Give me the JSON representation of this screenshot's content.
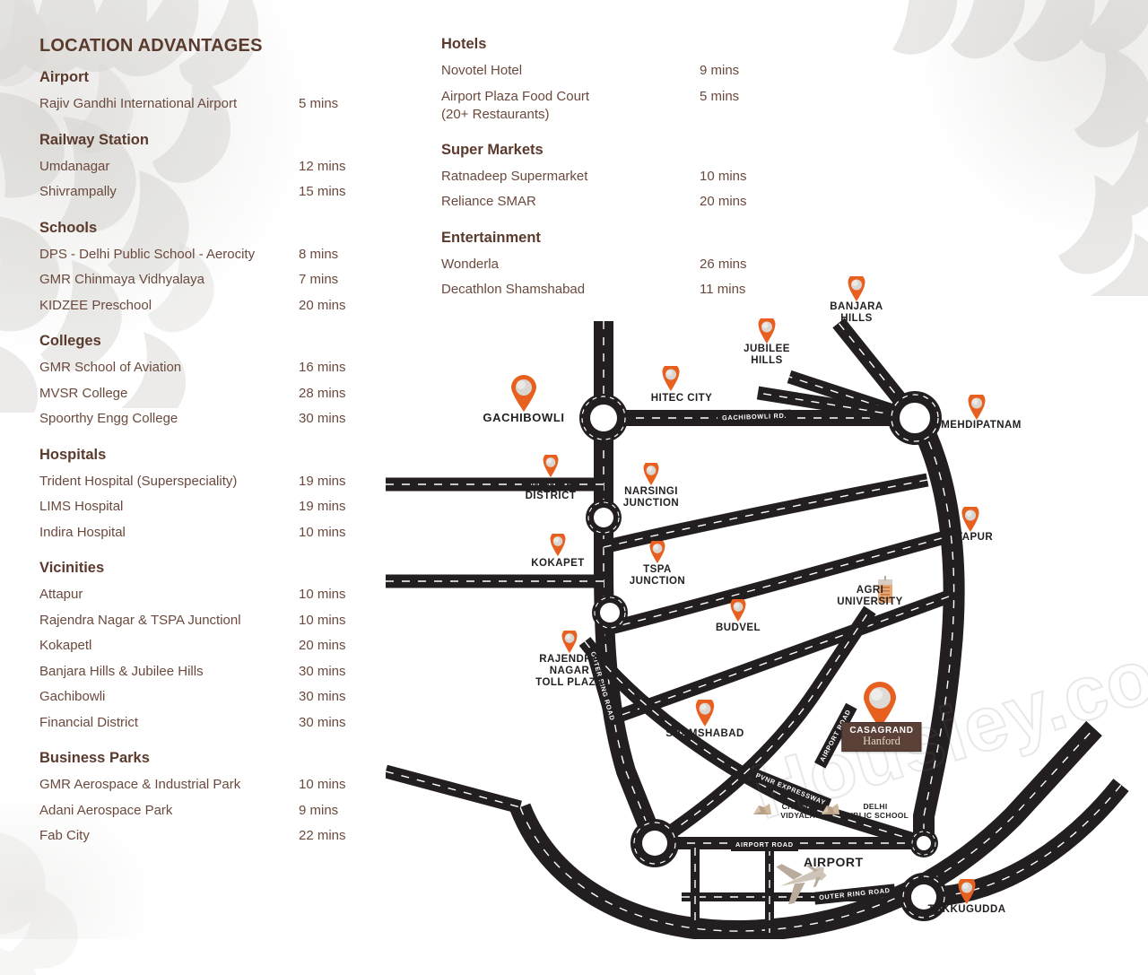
{
  "page": {
    "title": "LOCATION ADVANTAGES",
    "watermark": "Housiey.com"
  },
  "left_column": [
    {
      "heading": "Airport",
      "items": [
        {
          "name": "Rajiv Gandhi International Airport",
          "time": "5 mins"
        }
      ]
    },
    {
      "heading": "Railway Station",
      "items": [
        {
          "name": "Umdanagar",
          "time": "12 mins"
        },
        {
          "name": "Shivrampally",
          "time": "15 mins"
        }
      ]
    },
    {
      "heading": "Schools",
      "items": [
        {
          "name": "DPS - Delhi Public School - Aerocity",
          "time": "8 mins"
        },
        {
          "name": "GMR Chinmaya Vidhyalaya",
          "time": "7 mins"
        },
        {
          "name": "KIDZEE Preschool",
          "time": "20 mins"
        }
      ]
    },
    {
      "heading": "Colleges",
      "items": [
        {
          "name": "GMR School of Aviation",
          "time": "16 mins"
        },
        {
          "name": "MVSR College",
          "time": "28 mins"
        },
        {
          "name": "Spoorthy Engg College",
          "time": "30 mins"
        }
      ]
    },
    {
      "heading": "Hospitals",
      "items": [
        {
          "name": "Trident Hospital (Superspeciality)",
          "time": "19 mins"
        },
        {
          "name": "LIMS Hospital",
          "time": "19 mins"
        },
        {
          "name": "Indira Hospital",
          "time": "10 mins"
        }
      ]
    },
    {
      "heading": "Vicinities",
      "items": [
        {
          "name": "Attapur",
          "time": "10 mins"
        },
        {
          "name": "Rajendra Nagar & TSPA Junctionl",
          "time": "10 mins"
        },
        {
          "name": "Kokapetl",
          "time": "20 mins"
        },
        {
          "name": "Banjara Hills & Jubilee Hills",
          "time": "30 mins"
        },
        {
          "name": "Gachibowli",
          "time": "30 mins"
        },
        {
          "name": "Financial District",
          "time": "30 mins"
        }
      ]
    },
    {
      "heading": "Business Parks",
      "items": [
        {
          "name": "GMR Aerospace & Industrial Park",
          "time": "10 mins"
        },
        {
          "name": "Adani Aerospace Park",
          "time": "9 mins"
        },
        {
          "name": "Fab City",
          "time": "22 mins"
        }
      ]
    }
  ],
  "right_column": [
    {
      "heading": "Hotels",
      "items": [
        {
          "name": "Novotel Hotel",
          "time": "9 mins"
        },
        {
          "name": "Airport Plaza Food Court",
          "name2": "(20+ Restaurants)",
          "time": "5 mins"
        }
      ]
    },
    {
      "heading": "Super Markets",
      "items": [
        {
          "name": "Ratnadeep Supermarket",
          "time": "10 mins"
        },
        {
          "name": "Reliance SMAR",
          "time": "20 mins"
        }
      ]
    },
    {
      "heading": "Entertainment",
      "items": [
        {
          "name": "Wonderla",
          "time": "26 mins"
        },
        {
          "name": "Decathlon Shamshabad",
          "time": "11 mins"
        }
      ]
    }
  ],
  "map": {
    "project": {
      "line1": "CASAGRAND",
      "line2": "Hanford"
    },
    "airport_label": "AIRPORT",
    "markers": [
      {
        "id": "gachibowli",
        "label": "GACHIBOWLI",
        "size": "lg"
      },
      {
        "id": "hitec-city",
        "label": "HITEC CITY",
        "size": "md"
      },
      {
        "id": "jubilee-hills",
        "label": "JUBILEE\nHILLS",
        "size": "md"
      },
      {
        "id": "banjara-hills",
        "label": "BANJARA\nHILLS",
        "size": "md"
      },
      {
        "id": "mehdipatnam",
        "label": "MEHDIPATNAM",
        "size": "md"
      },
      {
        "id": "attapur",
        "label": "ATTAPUR",
        "size": "md"
      },
      {
        "id": "financial-district",
        "label": "FINANCIAL\nDISTRICT",
        "size": "md"
      },
      {
        "id": "narsingi-junction",
        "label": "NARSINGI\nJUNCTION",
        "size": "md"
      },
      {
        "id": "kokapet",
        "label": "KOKAPET",
        "size": "md"
      },
      {
        "id": "tspa-junction",
        "label": "TSPA\nJUNCTION",
        "size": "md"
      },
      {
        "id": "budvel",
        "label": "BUDVEL",
        "size": "md"
      },
      {
        "id": "rajendra-nagar",
        "label": "RAJENDRA\nNAGAR\nTOLL PLAZA",
        "size": "md"
      },
      {
        "id": "shamshabad",
        "label": "SHAMSHABAD",
        "size": "md"
      },
      {
        "id": "tukkugudda",
        "label": "TUKKUGUDDA",
        "size": "md"
      }
    ],
    "places": [
      {
        "id": "agri-university",
        "label": "AGRI\nUNIVERSITY"
      },
      {
        "id": "chinmaya-vidyalaya",
        "label": "CHINMAYA\nVIDYALAYA"
      },
      {
        "id": "delhi-public-school",
        "label": "DELHI\nPUBLIC SCHOOL"
      }
    ],
    "road_tags": [
      {
        "id": "gachibowli-rd",
        "label": "GACHIBOWLI RD."
      },
      {
        "id": "outer-ring-road-1",
        "label": "OUTER RING ROAD"
      },
      {
        "id": "pvnr-expressway",
        "label": "PVNR EXPRESSWAY"
      },
      {
        "id": "airport-road-diag",
        "label": "AIRPORT ROAD"
      },
      {
        "id": "airport-road-horiz",
        "label": "AIRPORT ROAD"
      },
      {
        "id": "outer-ring-road-2",
        "label": "OUTER RING ROAD"
      }
    ]
  },
  "colors": {
    "heading": "#5b3a2e",
    "body_text": "#6b4a3e",
    "road": "#231f20",
    "pin": "#e8601f",
    "badge_bg": "#5b4038"
  }
}
